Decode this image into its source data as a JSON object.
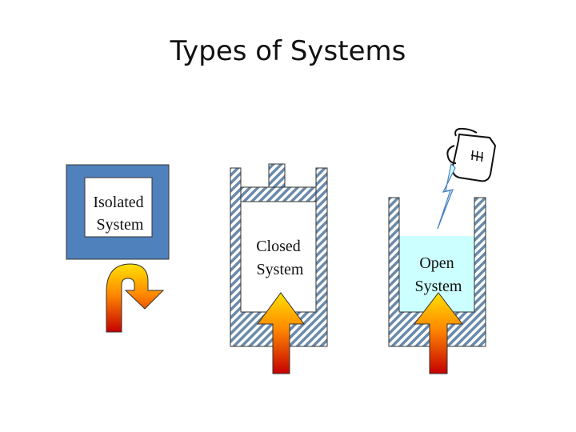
{
  "title": "Types of Systems",
  "systems": {
    "isolated": {
      "line1": "Isolated",
      "line2": "System"
    },
    "closed": {
      "line1": "Closed",
      "line2": "System"
    },
    "open": {
      "line1": "Open",
      "line2": "System"
    }
  },
  "colors": {
    "isolated_frame": "#4f81bd",
    "open_fluid": "#ccffff",
    "hatch": "#5f7f9f",
    "arrow_top": "#ffd700",
    "arrow_bottom": "#cc0000"
  }
}
